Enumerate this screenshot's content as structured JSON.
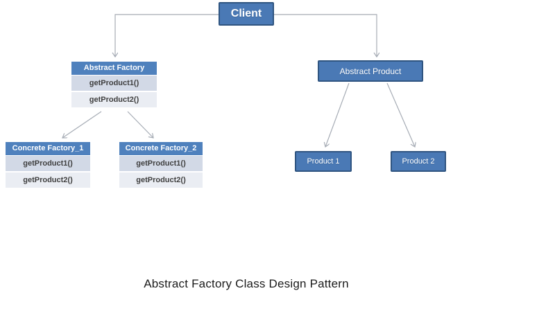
{
  "diagram": {
    "caption": "Abstract Factory Class Design Pattern",
    "colors": {
      "node_fill": "#4a79b5",
      "node_border": "#2f5480",
      "table_header_fill": "#4f81bd",
      "table_row_odd": "#d2d9e6",
      "table_row_even": "#eaedf3",
      "connector": "#a6acb5",
      "text_on_blue": "#ffffff",
      "method_text": "#3f3f3f",
      "caption_text": "#1a1a1a"
    },
    "nodes": {
      "client": {
        "label": "Client"
      },
      "abstract_factory": {
        "title": "Abstract Factory",
        "methods": [
          "getProduct1()",
          "getProduct2()"
        ]
      },
      "concrete_factory_1": {
        "title": "Concrete Factory_1",
        "methods": [
          "getProduct1()",
          "getProduct2()"
        ]
      },
      "concrete_factory_2": {
        "title": "Concrete Factory_2",
        "methods": [
          "getProduct1()",
          "getProduct2()"
        ]
      },
      "abstract_product": {
        "label": "Abstract Product"
      },
      "product_1": {
        "label": "Product 1"
      },
      "product_2": {
        "label": "Product 2"
      }
    }
  }
}
